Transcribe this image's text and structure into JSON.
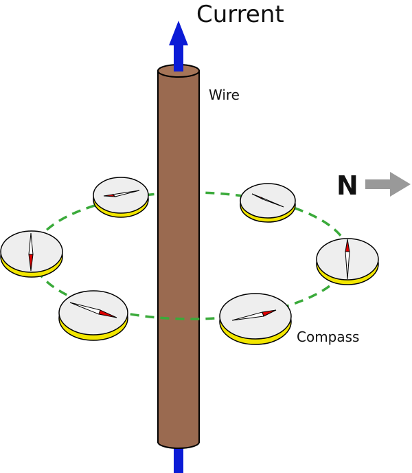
{
  "labels": {
    "current": "Current",
    "wire": "Wire",
    "compass": "Compass",
    "north": "N"
  },
  "colors": {
    "wire_body": "#9a6a50",
    "wire_top": "#a67558",
    "current_arrow": "#0b1bd6",
    "field_line": "#3aaa3a",
    "compass_face": "#eeeeee",
    "compass_rim": "#f2e600",
    "needle_north": "#dd0000",
    "north_arrow": "#999999"
  }
}
